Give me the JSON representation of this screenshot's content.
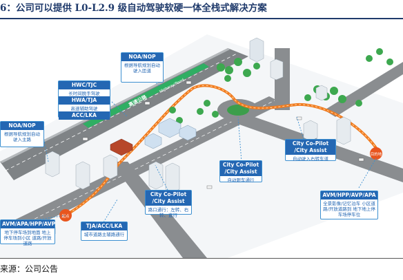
{
  "page": {
    "title": "6：公司可以提供 L0-L2.9 级自动驾驶软硬一体全栈式解决方案",
    "source": "来源：公司公告"
  },
  "road_labels": {
    "highway_cn": "高速公路",
    "highway_en": "Highway/Road"
  },
  "markers": {
    "left_pin": "起点",
    "right_pin": "目的地"
  },
  "callouts": {
    "noa_top": {
      "head": "NOA/NOP",
      "body": "根据导航规划自动驶入匝道"
    },
    "hwc": {
      "head": "HWC/TJC",
      "body": "长时间脱手驾驶",
      "head2": "HWA/TJA",
      "body2": "高速辅助驾驶",
      "head3": "ACC/LKA"
    },
    "noa_left": {
      "head": "NOA/NOP",
      "body": "根据导航规划自动驶入主路"
    },
    "city_right": {
      "head": "City Co-Pilot /City Assist",
      "body": "自动驶入右转车道"
    },
    "city_center": {
      "head": "City Co-Pilot /City Assist",
      "body": "自动跟车通行"
    },
    "city_bottom": {
      "head": "City Co-Pilot /City Assist",
      "body": "路口通行：左转、右转、直行"
    },
    "avm_right": {
      "head": "AVM/HPP/AVP/APA",
      "body": "全景影像/记忆泊车 小区道路/开放道路到 地下地上停车场停车位"
    },
    "avm_left": {
      "head": "AVM/APA/HPP/AVP",
      "body": "地下停车场到地面 地上停车场到小区 道路/开放道路"
    },
    "tja": {
      "head": "TJA/ACC/LKA",
      "body": "城市道路主辅路通行"
    }
  }
}
